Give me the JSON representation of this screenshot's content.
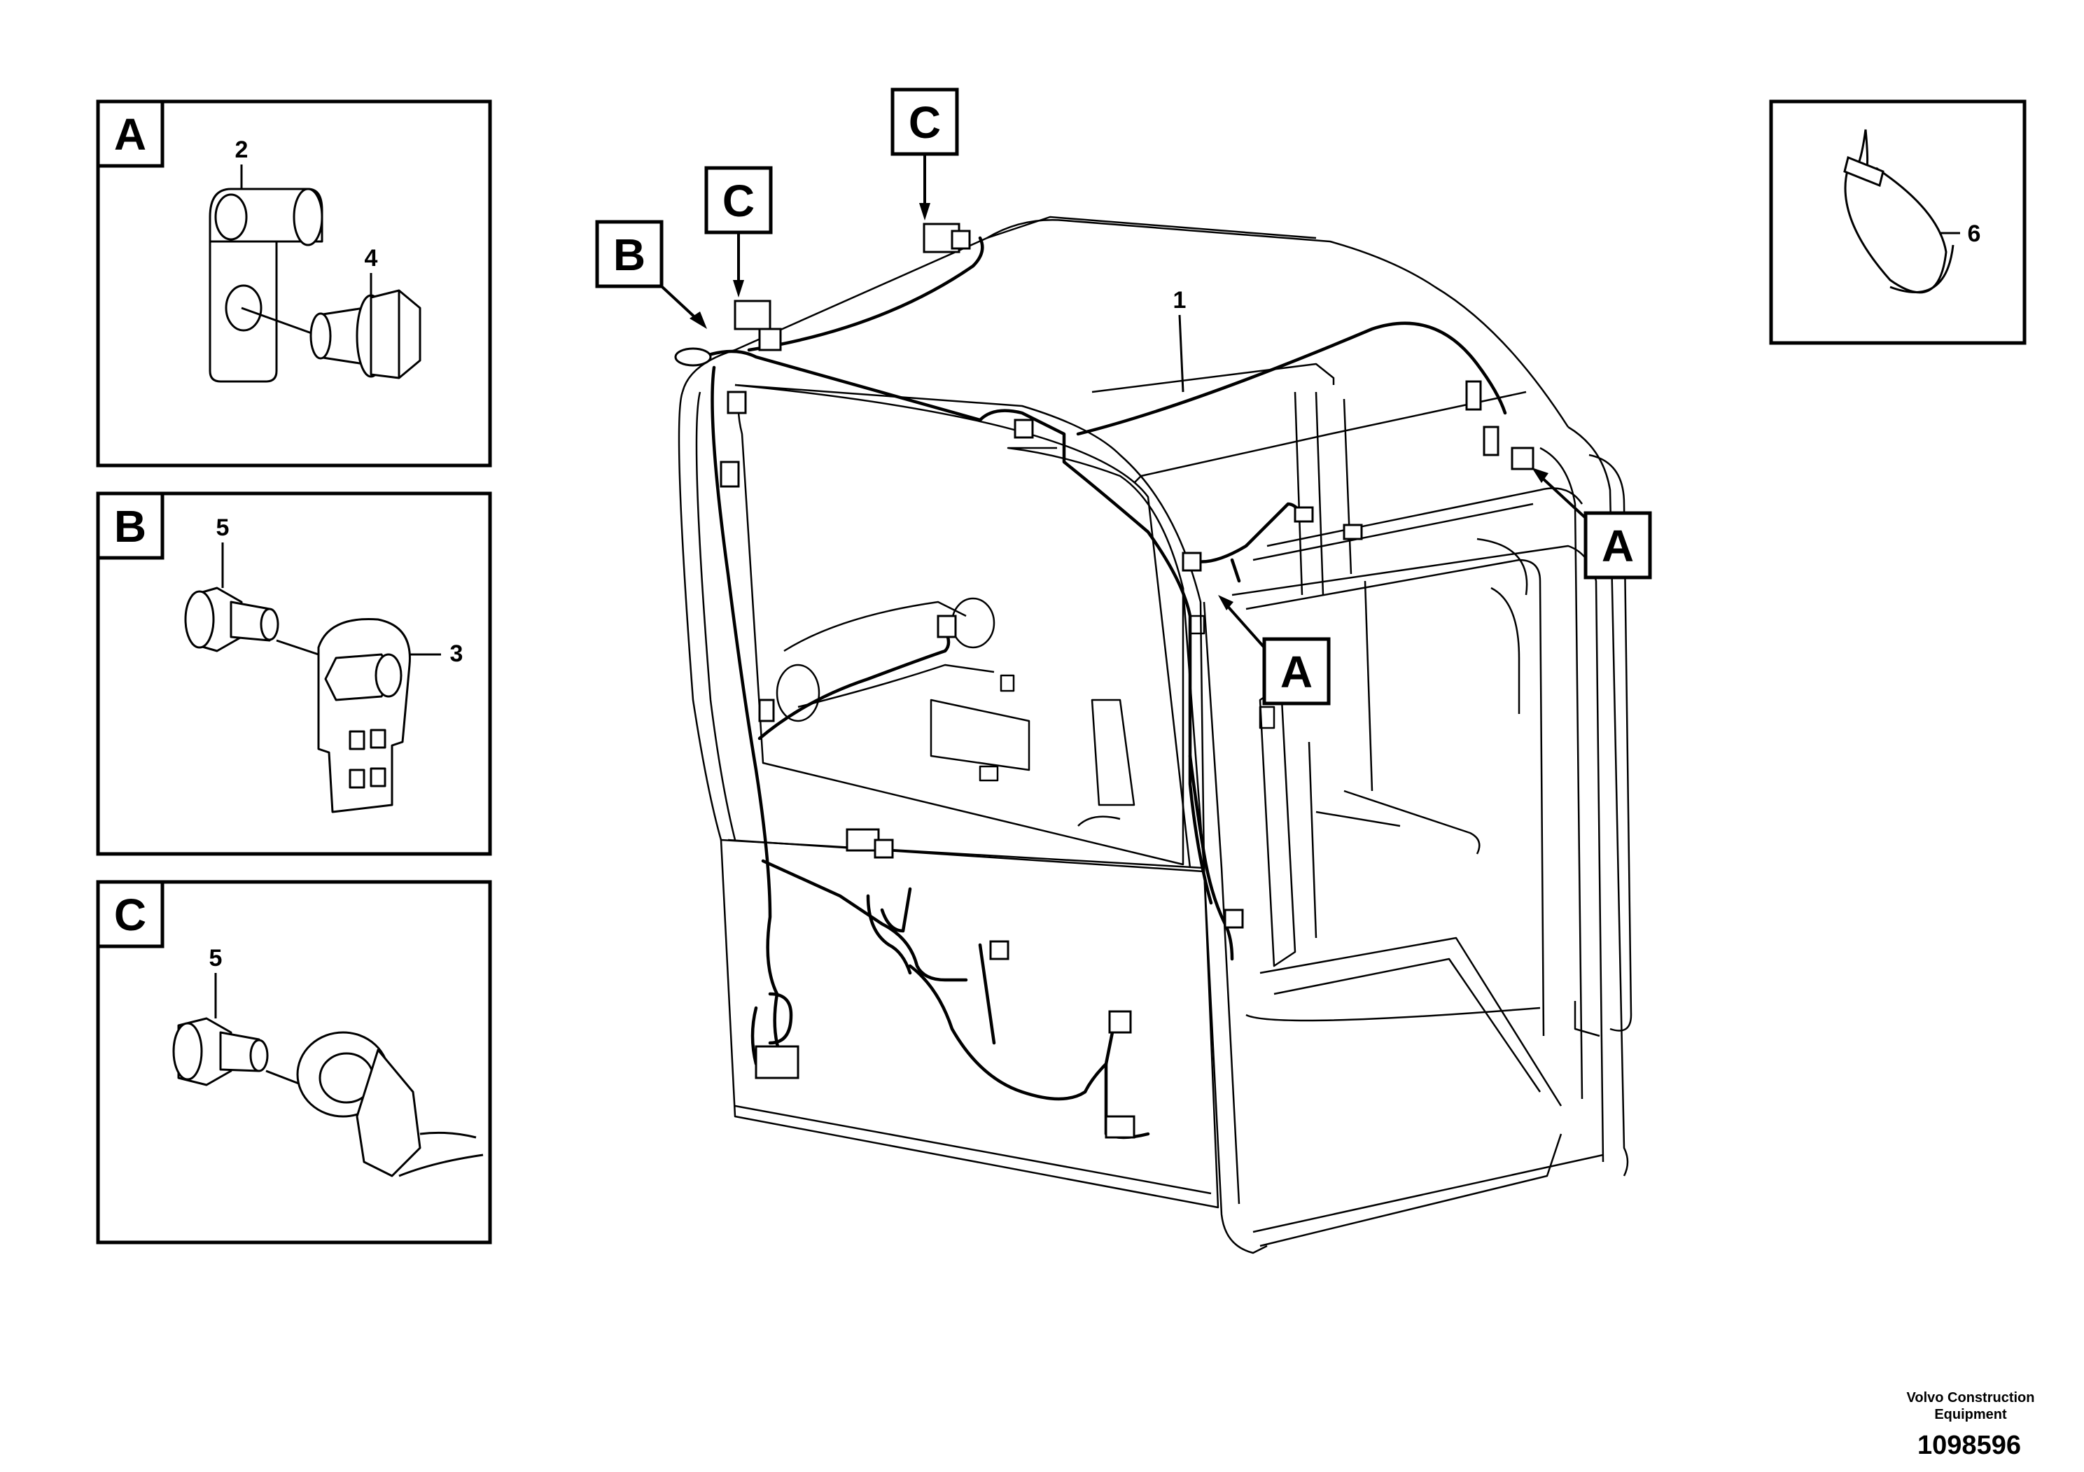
{
  "detail_boxes": [
    {
      "letter": "A",
      "parts": [
        "2",
        "4"
      ]
    },
    {
      "letter": "B",
      "parts": [
        "5",
        "3"
      ]
    },
    {
      "letter": "C",
      "parts": [
        "5"
      ]
    }
  ],
  "tie_box": {
    "part": "6"
  },
  "main_callouts": {
    "harness": "1",
    "b": "B",
    "c_left": "C",
    "c_right": "C",
    "a_front": "A",
    "a_rear": "A"
  },
  "footer": {
    "company_line1": "Volvo Construction",
    "company_line2": "Equipment",
    "drawing_number": "1098596"
  }
}
